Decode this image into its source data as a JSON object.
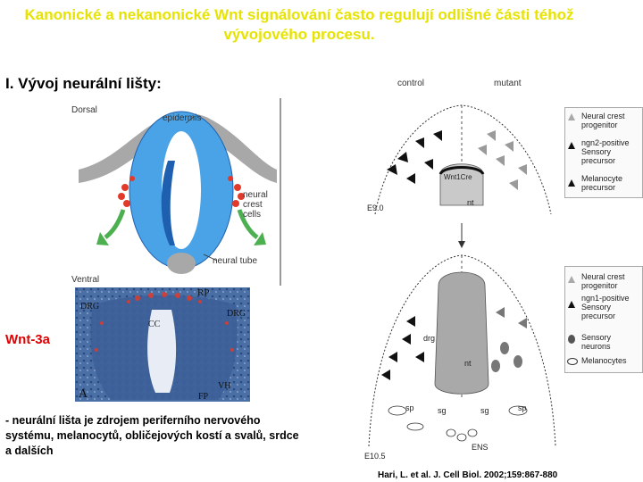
{
  "title": "Kanonické a nekanonické Wnt signálování často regulují odlišné části téhož vývojového procesu.",
  "heading": "I. Vývoj neurální lišty:",
  "tube_diagram": {
    "dorsal": "Dorsal",
    "ventral": "Ventral",
    "epidermis": "epidermis",
    "neural_crest_cells": [
      "neural",
      "crest",
      "cells"
    ],
    "neural_tube": "neural tube"
  },
  "stain_labels": {
    "rp": "RP",
    "drg_left": "DRG",
    "drg_right": "DRG",
    "cc": "CC",
    "vh": "VH",
    "fp": "FP",
    "panel": "A"
  },
  "wnt_label": "Wnt-3a",
  "note": "- neurální lišta je zdrojem periferního nervového systému, melanocytů, obličejových kostí a svalů, srdce a dalších",
  "right_panel": {
    "control": "control",
    "mutant": "mutant",
    "e90": "E9.0",
    "e105": "E10.5",
    "wnt1cre": "Wnt1Cre",
    "nt_top": "nt",
    "nt_bottom": "nt",
    "drg": "drg",
    "sp1": "sp",
    "sg1": "sg",
    "sg2": "sg",
    "sp2": "sp",
    "ens": "ENS",
    "legend_top": [
      [
        "Neural crest",
        "progenitor"
      ],
      [
        "ngn2-positive",
        "Sensory",
        "precursor"
      ],
      [
        "Melanocyte",
        "precursor"
      ]
    ],
    "legend_bottom": [
      [
        "Neural crest",
        "progenitor"
      ],
      [
        "ngn1-positive",
        "Sensory",
        "precursor"
      ],
      [
        "Sensory",
        "neurons"
      ],
      [
        "Melanocytes"
      ]
    ]
  },
  "citation": "Hari, L. et al. J. Cell Biol. 2002;159:867-880",
  "colors": {
    "title": "#e7e300",
    "wnt": "#e00000",
    "tube_blue": "#4aa3e6",
    "tube_dark": "#1f5fb0",
    "epidermis_gray": "#a8a8a8",
    "crest_red": "#e23a2a",
    "arrow_green": "#4caf50"
  }
}
